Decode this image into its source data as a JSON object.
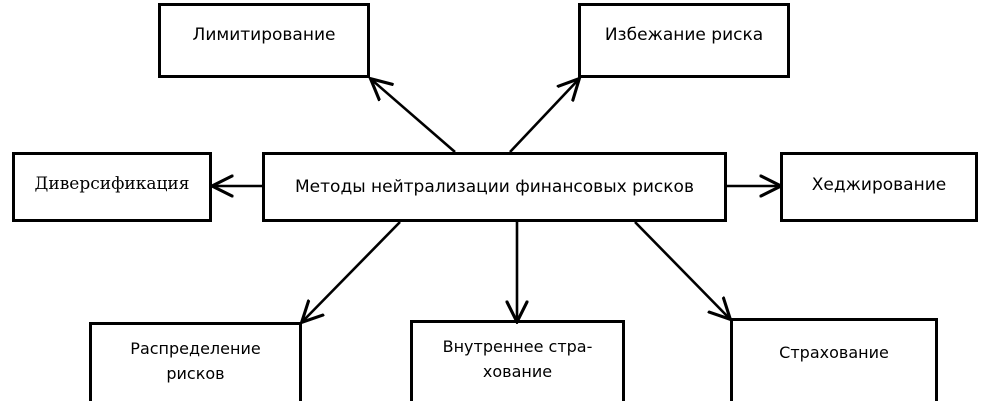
{
  "diagram": {
    "title_node": {
      "id": "center",
      "label": "Методы нейтрализации финансовых рисков"
    },
    "nodes": [
      {
        "id": "limitirovanie",
        "label": "Лимитирование"
      },
      {
        "id": "izbezhanie-riska",
        "label": "Избежание риска"
      },
      {
        "id": "diversifikaciya",
        "label": "Диверсификация"
      },
      {
        "id": "hedzhirovanie",
        "label": "Хеджирование"
      },
      {
        "id": "raspredelenie-riskov",
        "label": "Распределение\nрисков"
      },
      {
        "id": "vnutrennee-strahovanie",
        "label": "Внутреннее стра-\nхование"
      },
      {
        "id": "strahovanie",
        "label": "Страхование"
      }
    ],
    "edges": [
      {
        "id": "center-to-limitirovanie",
        "from": "center",
        "to": "limitirovanie",
        "direction": "up-left"
      },
      {
        "id": "center-to-izbezhanie-riska",
        "from": "center",
        "to": "izbezhanie-riska",
        "direction": "up-right"
      },
      {
        "id": "center-to-diversifikaciya",
        "from": "center",
        "to": "diversifikaciya",
        "direction": "left"
      },
      {
        "id": "center-to-hedzhirovanie",
        "from": "center",
        "to": "hedzhirovanie",
        "direction": "right"
      },
      {
        "id": "center-to-raspredelenie-riskov",
        "from": "center",
        "to": "raspredelenie-riskov",
        "direction": "down-left"
      },
      {
        "id": "center-to-vnutrennee-strahovanie",
        "from": "center",
        "to": "vnutrennee-strahovanie",
        "direction": "down"
      },
      {
        "id": "center-to-strahovanie",
        "from": "center",
        "to": "strahovanie",
        "direction": "down-right"
      }
    ],
    "colors": {
      "stroke": "#000000",
      "background": "#ffffff",
      "text": "#000000"
    }
  }
}
